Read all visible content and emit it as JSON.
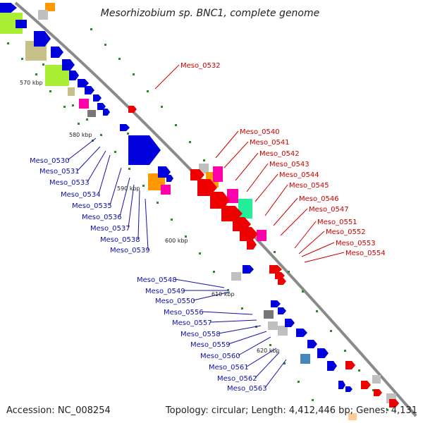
{
  "title": "Mesorhizobium sp. BNC1, complete genome",
  "accession": "Accession: NC_008254",
  "summary": "Topology: circular; Length: 4,412,446 bp; Genes: 4,131",
  "scale_labels": [
    "570 kbp",
    "580 kbp",
    "590 kbp",
    "600 kbp",
    "610 kbp",
    "620 kbp"
  ],
  "colors": {
    "backbone": "#888888",
    "forward_strand": "#e00000",
    "reverse_strand": "#0000dd",
    "label_forward": "#cc0000",
    "label_reverse": "#1111aa",
    "tick": "#2a8a2a"
  },
  "labels_forward": [
    "Meso_0532",
    "Meso_0540",
    "Meso_0541",
    "Meso_0542",
    "Meso_0543",
    "Meso_0544",
    "Meso_0545",
    "Meso_0546",
    "Meso_0547",
    "Meso_0551",
    "Meso_0552",
    "Meso_0553",
    "Meso_0554"
  ],
  "labels_reverse_a": [
    "Meso_0530",
    "Meso_0531",
    "Meso_0533",
    "Meso_0534",
    "Meso_0535",
    "Meso_0536",
    "Meso_0537",
    "Meso_0538",
    "Meso_0539"
  ],
  "labels_reverse_b": [
    "Meso_0548",
    "Meso_0549",
    "Meso_0550",
    "Meso_0556",
    "Meso_0557",
    "Meso_0558",
    "Meso_0559",
    "Meso_0560",
    "Meso_0561",
    "Meso_0562",
    "Meso_0563"
  ]
}
